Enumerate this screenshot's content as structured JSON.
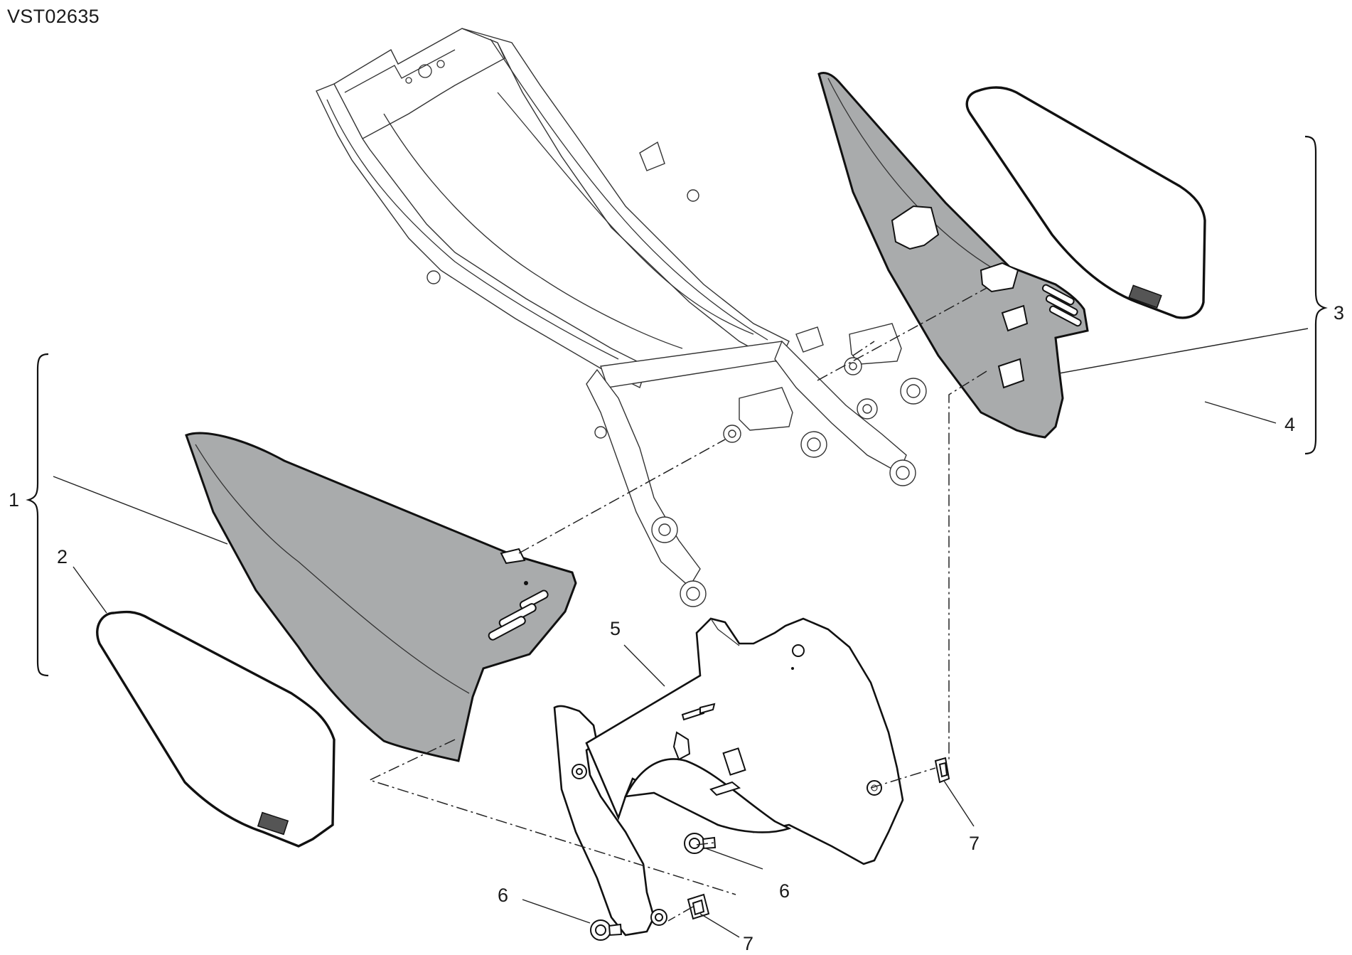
{
  "diagram": {
    "code": "VST02635",
    "callouts": {
      "c1": "1",
      "c2": "2",
      "c3": "3",
      "c4": "4",
      "c5": "5",
      "c6a": "6",
      "c6b": "6",
      "c7a": "7",
      "c7b": "7"
    }
  }
}
